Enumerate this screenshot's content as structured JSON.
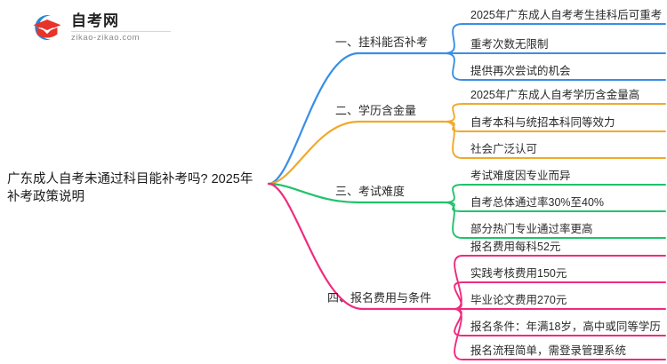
{
  "logo": {
    "title": "自考网",
    "subtitle": "zikao-zikao.com",
    "mark_icon": "graduation-cap-icon",
    "arc_color": "#1a7fd4",
    "cap_color": "#e8332a"
  },
  "center": {
    "title": "广东成人自考未通过科目能补考吗? 2025年补考政策说明"
  },
  "branches": [
    {
      "label": "一、挂科能否补考",
      "color": "#3a8ee6",
      "items": [
        "2025年广东成人自考考生挂科后可重考",
        "重考次数无限制",
        "提供再次尝试的机会"
      ]
    },
    {
      "label": "二、学历含金量",
      "color": "#f0a92b",
      "items": [
        "2025年广东成人自考学历含金量高",
        "自考本科与统招本科同等效力",
        "社会广泛认可"
      ]
    },
    {
      "label": "三、考试难度",
      "color": "#1fc26b",
      "items": [
        "考试难度因专业而异",
        "自考总体通过率30%至40%",
        "部分热门专业通过率更高"
      ]
    },
    {
      "label": "四、报名费用与条件",
      "color": "#ef2b7f",
      "items": [
        "报名费用每科52元",
        "实践考核费用150元",
        "毕业论文费用270元",
        "报名条件：年满18岁，高中或同等学历",
        "报名流程简单，需登录管理系统"
      ]
    }
  ]
}
